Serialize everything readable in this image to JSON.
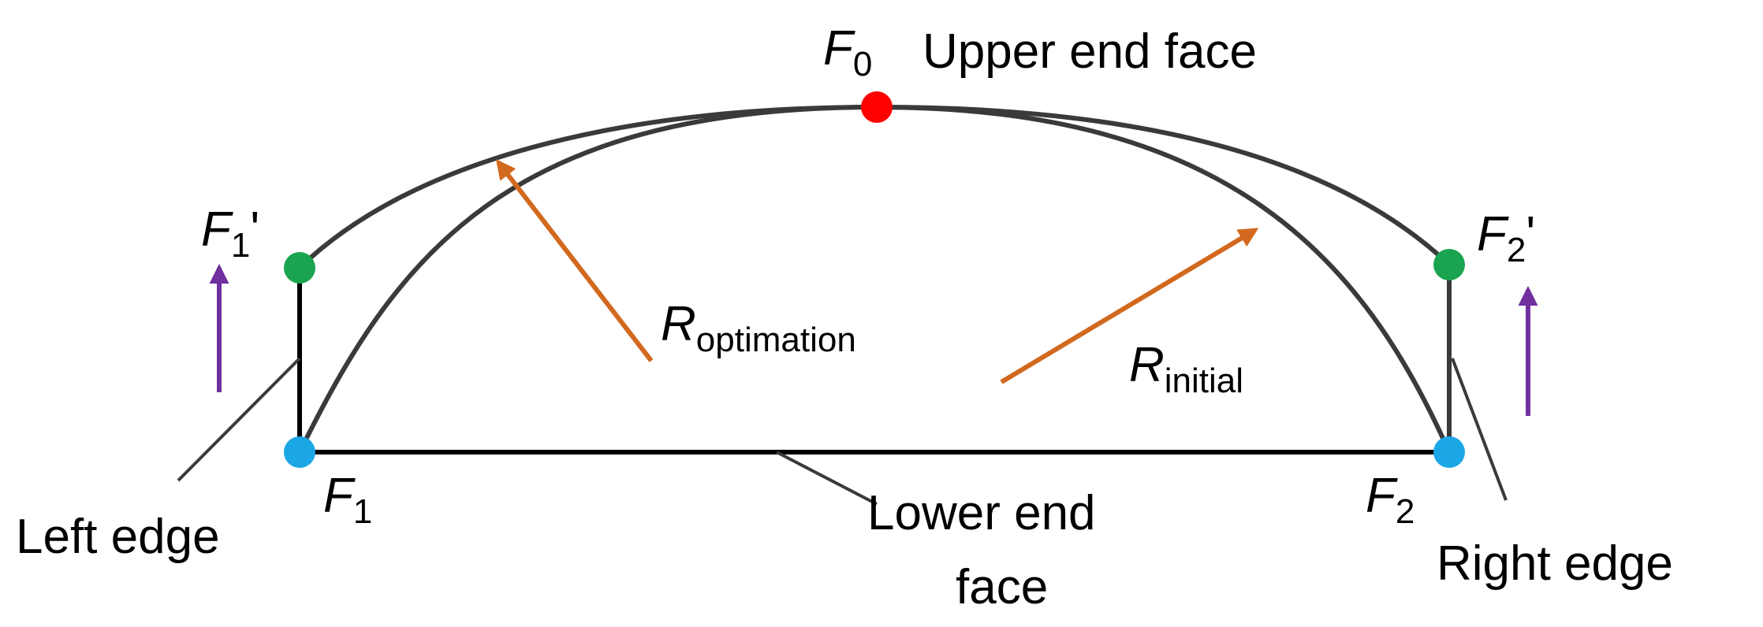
{
  "colors": {
    "curve": "#3a3a3a",
    "edge": "#000000",
    "leader": "#3a3a3a",
    "apex_point": "#ff0000",
    "base_point": "#1ba7e6",
    "raised_point": "#1aa44f",
    "radius_arrow": "#d2691e",
    "lift_arrow": "#7030a0"
  },
  "labels": {
    "f0": {
      "main": "F",
      "sub": "0"
    },
    "upper_end_face": "Upper end face",
    "f1_prime": {
      "main": "F",
      "sub": "1",
      "suffix": "'"
    },
    "f2_prime": {
      "main": "F",
      "sub": "2",
      "suffix": "'"
    },
    "f1": {
      "main": "F",
      "sub": "1"
    },
    "f2": {
      "main": "F",
      "sub": "2"
    },
    "r_optimation": {
      "main": "R",
      "sub": "optimation"
    },
    "r_initial": {
      "main": "R",
      "sub": "initial"
    },
    "left_edge": "Left edge",
    "right_edge": "Right edge",
    "lower_end_face_line1": "Lower end",
    "lower_end_face_line2": "face"
  }
}
